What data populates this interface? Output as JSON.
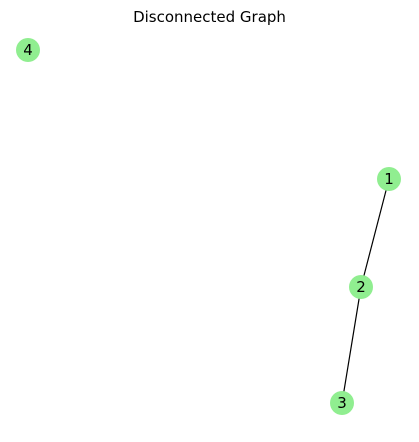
{
  "title": "Disconnected Graph",
  "style": {
    "node_color": "#90ee90",
    "edge_color": "#000000",
    "label_color": "#000000",
    "background": "#ffffff"
  },
  "graph": {
    "nodes": [
      {
        "id": "1",
        "label": "1"
      },
      {
        "id": "2",
        "label": "2"
      },
      {
        "id": "3",
        "label": "3"
      },
      {
        "id": "4",
        "label": "4"
      }
    ],
    "edges": [
      {
        "source": "1",
        "target": "2"
      },
      {
        "source": "2",
        "target": "3"
      }
    ]
  }
}
